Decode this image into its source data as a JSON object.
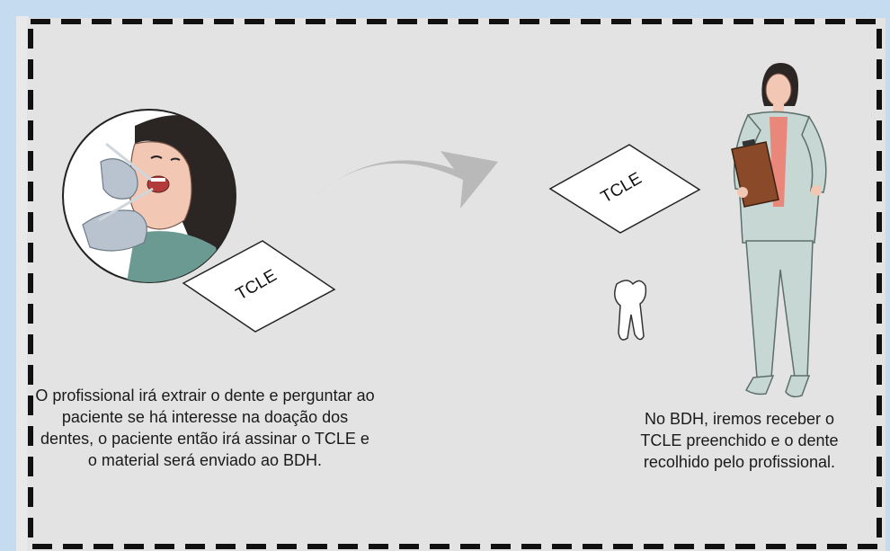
{
  "documents": {
    "form_label_1": "TCLE",
    "form_label_2": "TCLE"
  },
  "captions": {
    "left": "O profissional irá extrair o dente e perguntar ao paciente se há interesse na doação dos dentes, o paciente então irá assinar o TCLE e o material será enviado ao BDH.",
    "right": "No BDH, iremos receber o TCLE preenchido e o dente recolhido pelo profissional."
  },
  "colors": {
    "background": "#c5dcf0",
    "panel": "#e3e3e3",
    "border": "#111111",
    "arrow": "#b9b9b9",
    "suit": "#c6d7d4",
    "clipboard": "#8a4a2a"
  },
  "icons": {
    "dental_exam": "dentist-patient-illustration",
    "arrow": "curved-arrow-right",
    "tooth": "tooth-icon",
    "professional": "woman-with-clipboard"
  }
}
